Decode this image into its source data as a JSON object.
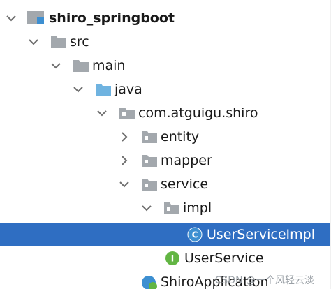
{
  "tree": {
    "items": [
      {
        "label": "shiro_springboot",
        "bold": true,
        "expanded": true,
        "icon": "module-folder-icon"
      },
      {
        "label": "src",
        "expanded": true,
        "icon": "folder-icon"
      },
      {
        "label": "main",
        "expanded": true,
        "icon": "folder-icon"
      },
      {
        "label": "java",
        "expanded": true,
        "icon": "source-root-folder-icon"
      },
      {
        "label": "com.atguigu.shiro",
        "expanded": true,
        "icon": "package-icon"
      },
      {
        "label": "entity",
        "expanded": false,
        "icon": "package-icon"
      },
      {
        "label": "mapper",
        "expanded": false,
        "icon": "package-icon"
      },
      {
        "label": "service",
        "expanded": true,
        "icon": "package-icon"
      },
      {
        "label": "impl",
        "expanded": true,
        "icon": "package-icon"
      },
      {
        "label": "UserServiceImpl",
        "selected": true,
        "icon": "class-icon",
        "icon_letter": "C"
      },
      {
        "label": "UserService",
        "icon": "interface-icon",
        "icon_letter": "I"
      },
      {
        "label": "ShiroApplication",
        "icon": "spring-boot-class-icon"
      }
    ]
  },
  "watermark": "CSDN @一个风轻云淡",
  "colors": {
    "selection": "#2f6ec2",
    "folder": "#a3a8ad",
    "source_root": "#6fb3e0",
    "class": "#3d8fd1",
    "interface": "#62b543"
  }
}
